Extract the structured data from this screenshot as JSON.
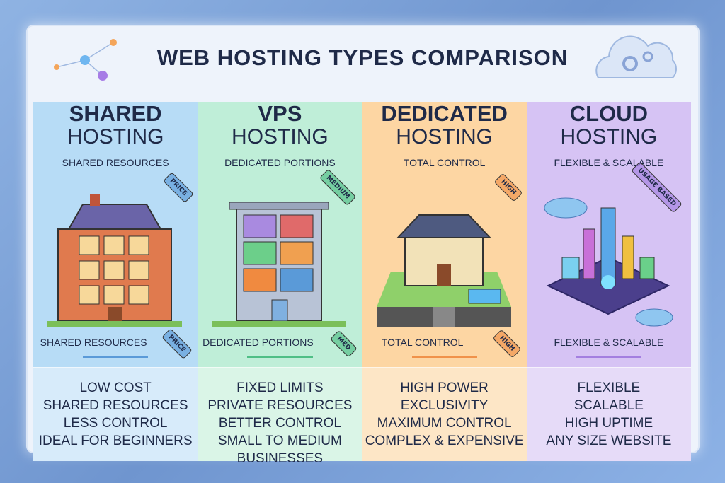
{
  "title": "WEB HOSTING TYPES COMPARISON",
  "columns": [
    {
      "name": "SHARED",
      "type": "HOSTING",
      "subtitle": "SHARED RESOURCES",
      "tag_top": "PRICE",
      "tag_bottom": "PRICE",
      "features": [
        "LOW COST",
        "SHARED RESOURCES",
        "LESS CONTROL",
        "IDEAL FOR BEGINNERS"
      ],
      "bg": "#b7dcf6",
      "bg_bottom": "#d7ebfa",
      "accent": "#5a9ad8",
      "illustration": "apartment-building-icon"
    },
    {
      "name": "VPS",
      "type": "HOSTING",
      "subtitle": "DEDICATED PORTIONS",
      "tag_top": "MEDIUM",
      "tag_bottom": "MED",
      "features": [
        "FIXED LIMITS",
        "PRIVATE RESOURCES",
        "BETTER CONTROL",
        "SMALL TO MEDIUM BUSINESSES"
      ],
      "bg": "#bfeed8",
      "bg_bottom": "#daf5e7",
      "accent": "#4fbf86",
      "illustration": "partitioned-building-icon"
    },
    {
      "name": "DEDICATED",
      "type": "HOSTING",
      "subtitle": "TOTAL CONTROL",
      "tag_top": "HIGH",
      "tag_bottom": "HIGH",
      "features": [
        "HIGH POWER",
        "EXCLUSIVITY",
        "MAXIMUM CONTROL",
        "COMPLEX & EXPENSIVE"
      ],
      "bg": "#fdd6a3",
      "bg_bottom": "#fde6c6",
      "accent": "#f0924a",
      "illustration": "mansion-icon"
    },
    {
      "name": "CLOUD",
      "type": "HOSTING",
      "subtitle": "FLEXIBLE & SCALABLE",
      "tag_top": "USAGE BASED",
      "features": [
        "FLEXIBLE",
        "SCALABLE",
        "HIGH UPTIME",
        "ANY SIZE WEBSITE"
      ],
      "bg": "#d6c3f4",
      "bg_bottom": "#e6dbf8",
      "accent": "#a47fe0",
      "illustration": "cloud-city-icon"
    }
  ]
}
